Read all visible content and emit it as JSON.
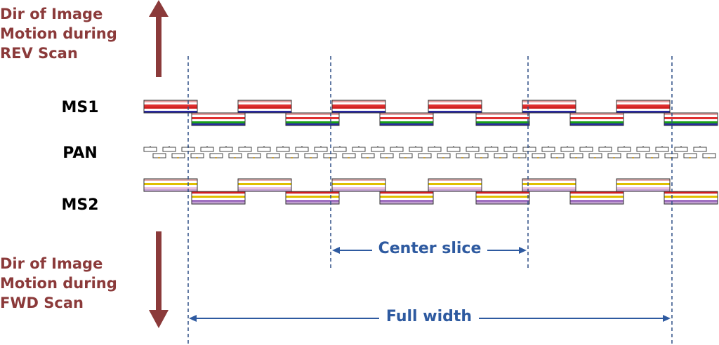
{
  "rev_direction": {
    "lines": [
      "Dir of Image",
      "Motion during",
      "REV Scan"
    ]
  },
  "fwd_direction": {
    "lines": [
      "Dir of Image",
      "Motion during",
      "FWD Scan"
    ]
  },
  "rows": {
    "ms1": "MS1",
    "pan": "PAN",
    "ms2": "MS2"
  },
  "dimensions": {
    "center_slice": "Center slice",
    "full_width": "Full width"
  },
  "colors": {
    "arrow": "#8b3a3a",
    "dimension": "#2e5aa0",
    "dashed_line": "#2e4f86"
  },
  "detectors": {
    "ms1_top": [
      "#e6a0a0",
      "#ffffff",
      "#e03030",
      "#d02020",
      "#ffffff",
      "#2a2aa0"
    ],
    "ms1_bottom": [
      "#e6a0a0",
      "#ffffff",
      "#e03030",
      "#ffffff",
      "#1aa01a",
      "#2a2aa0"
    ],
    "ms2_top": [
      "#e6b0b0",
      "#ffffff",
      "#e0c000",
      "#ffffff",
      "#e8c0e0",
      "#c0a0d0"
    ],
    "ms2_bottom": [
      "#d02020",
      "#ffffff",
      "#e0c000",
      "#ffffff",
      "#a070c0",
      "#c0a0d0"
    ]
  }
}
